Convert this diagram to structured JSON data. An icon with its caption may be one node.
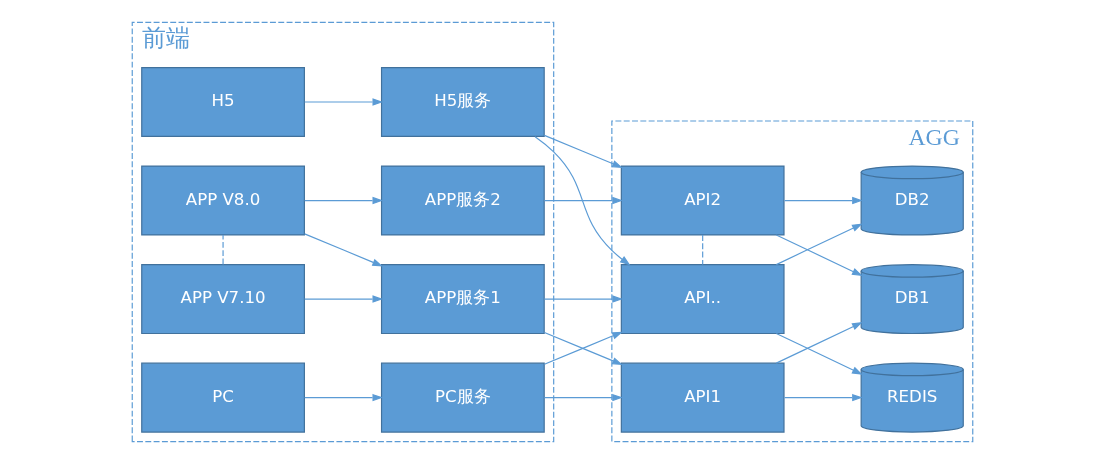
{
  "diagram": {
    "nodes": [
      {
        "text": [
          "前端"
        ]
      },
      {
        "text": [
          "APP V7.10"
        ],
        "in": 0
      },
      {
        "text": [
          "APP V8.0"
        ],
        "in": 0
      },
      {
        "text": [
          "PC"
        ],
        "in": 0
      },
      {
        "text": [
          "H5"
        ],
        "in": 0
      },
      {
        "text": [
          "APP服务1"
        ],
        "in": 0
      },
      {
        "text": [
          "APP服务2"
        ],
        "in": 0
      },
      {
        "text": [
          "PC服务"
        ],
        "in": 0
      },
      {
        "text": [
          "H5服务"
        ],
        "in": 0
      },
      {
        "text": [
          "AGG"
        ]
      },
      {
        "text": [
          "API1"
        ],
        "in": 9
      },
      {
        "text": [
          "API2"
        ],
        "in": 9
      },
      {
        "text": [
          "API.."
        ],
        "in": 9
      },
      {
        "text": [
          "DB1"
        ],
        "in": 9
      },
      {
        "text": [
          "DB2"
        ],
        "in": 9
      },
      {
        "text": [
          "REDIS"
        ],
        "in": 9
      }
    ],
    "edges": [
      {
        "from": 1,
        "to": 2,
        "arrow": "none",
        "style": "dashed"
      },
      {
        "from": 1,
        "to": 5,
        "arrow": "to"
      },
      {
        "from": 2,
        "to": 5,
        "arrow": "to"
      },
      {
        "from": 2,
        "to": 6,
        "arrow": "to"
      },
      {
        "from": 3,
        "to": 7,
        "arrow": "to"
      },
      {
        "from": 4,
        "to": 8,
        "arrow": "to"
      },
      {
        "from": 5,
        "to": 10,
        "arrow": "to"
      },
      {
        "from": 5,
        "to": 12,
        "arrow": "to"
      },
      {
        "from": 6,
        "to": 11,
        "arrow": "to"
      },
      {
        "from": 7,
        "to": 10,
        "arrow": "to"
      },
      {
        "from": 7,
        "to": 12,
        "arrow": "to"
      },
      {
        "from": 8,
        "to": 11,
        "arrow": "to"
      },
      {
        "from": 8,
        "to": 12,
        "arrow": "to"
      },
      {
        "from": 11,
        "to": 12,
        "arrow": "none",
        "style": "dashed"
      },
      {
        "from": 10,
        "to": 13,
        "arrow": "to"
      },
      {
        "from": 10,
        "to": 15,
        "arrow": "to"
      },
      {
        "from": 11,
        "to": 13,
        "arrow": "to"
      },
      {
        "from": 11,
        "to": 14,
        "arrow": "to"
      },
      {
        "from": 12,
        "to": 14,
        "arrow": "to"
      },
      {
        "from": 12,
        "to": 15,
        "arrow": "to"
      }
    ]
  }
}
